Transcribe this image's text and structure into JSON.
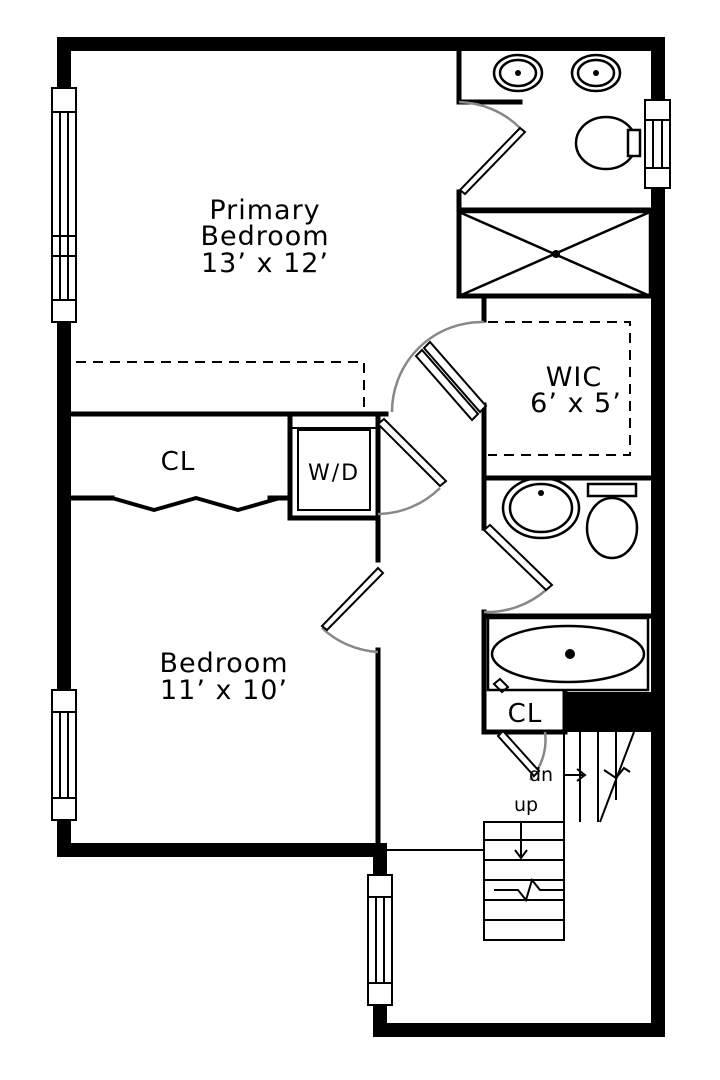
{
  "rooms": {
    "primary_bedroom": {
      "name_line1": "Primary",
      "name_line2": "Bedroom",
      "size": "13’ x 12’"
    },
    "bedroom": {
      "name": "Bedroom",
      "size": "11’ x 10’"
    },
    "wic": {
      "name": "WIC",
      "size": "6’ x 5’"
    },
    "closet": {
      "name": "CL"
    },
    "laundry": {
      "name": "W/D"
    },
    "hall_closet": {
      "name": "CL"
    }
  },
  "stairs": {
    "down_label": "dn",
    "up_label": "up"
  }
}
